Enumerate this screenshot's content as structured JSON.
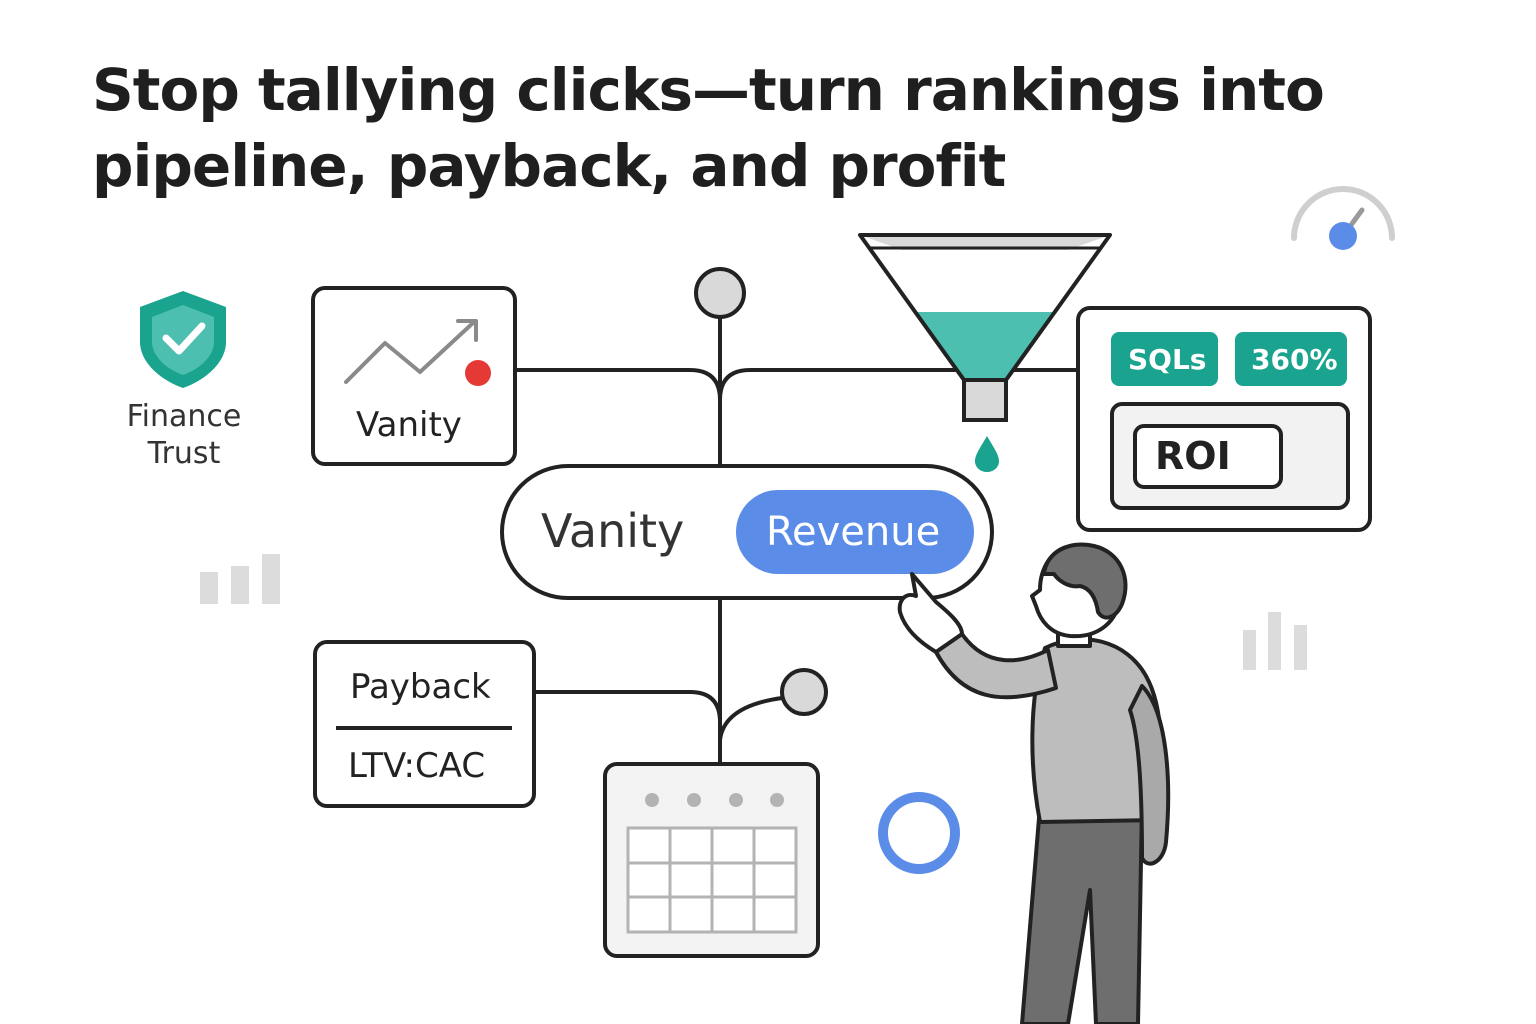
{
  "headline": {
    "line1": "Stop tallying clicks—turn rankings into",
    "line2": "pipeline, payback, and profit"
  },
  "trust_badge": {
    "icon": "shield-check-icon",
    "line1": "Finance",
    "line2": "Trust"
  },
  "trend_card": {
    "icon": "trend-up-arrow-icon",
    "label": "Vanity"
  },
  "toggle": {
    "left_label": "Vanity",
    "right_label": "Revenue",
    "active": "Revenue"
  },
  "metrics_panel": {
    "chips": [
      "SQLs",
      "360%"
    ],
    "field_label": "ROI"
  },
  "payback_card": {
    "top": "Payback",
    "bottom": "LTV:CAC"
  },
  "colors": {
    "teal": "#1aa38e",
    "teal_light": "#4dbfb0",
    "blue": "#5b8de8",
    "red": "#e53935",
    "gray": "#d0d0d0",
    "ink": "#222222"
  },
  "icons": [
    "gauge-icon",
    "funnel-icon",
    "droplet-icon",
    "calendar-icon",
    "bar-chart-icon",
    "ring-icon"
  ]
}
